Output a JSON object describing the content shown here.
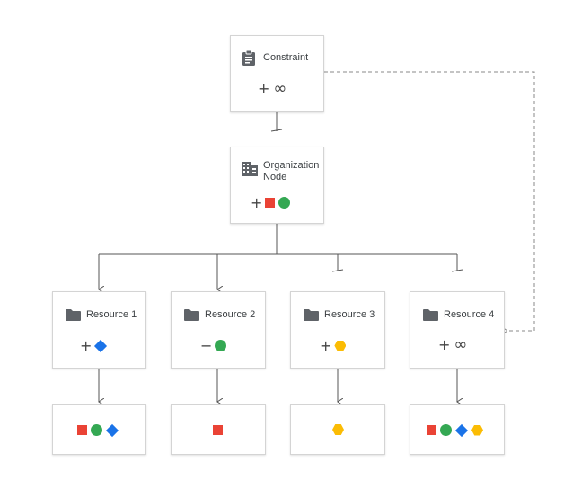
{
  "colors": {
    "red": "#ea4335",
    "green": "#34a853",
    "blue": "#1a73e8",
    "yellow": "#fbbc04",
    "line": "#555555",
    "dashed": "#888888"
  },
  "constraint": {
    "label": "Constraint",
    "icon": "clipboard-icon",
    "operator": "+",
    "symbol": "∞"
  },
  "org": {
    "label_line1": "Organization",
    "label_line2": "Node",
    "icon": "building-icon",
    "operator": "+",
    "shapes": [
      "square",
      "circle"
    ]
  },
  "resources": [
    {
      "label": "Resource 1",
      "icon": "folder-icon",
      "operator": "+",
      "shapes": [
        "diamond"
      ],
      "result": [
        "square",
        "circle",
        "diamond"
      ]
    },
    {
      "label": "Resource 2",
      "icon": "folder-icon",
      "operator": "−",
      "shapes": [
        "circle"
      ],
      "result": [
        "square"
      ]
    },
    {
      "label": "Resource 3",
      "icon": "folder-icon",
      "operator": "+",
      "shapes": [
        "hexagon"
      ],
      "result": [
        "hexagon"
      ]
    },
    {
      "label": "Resource 4",
      "icon": "folder-icon",
      "operator": "+",
      "symbol": "∞",
      "result": [
        "square",
        "circle",
        "diamond",
        "hexagon"
      ]
    }
  ]
}
